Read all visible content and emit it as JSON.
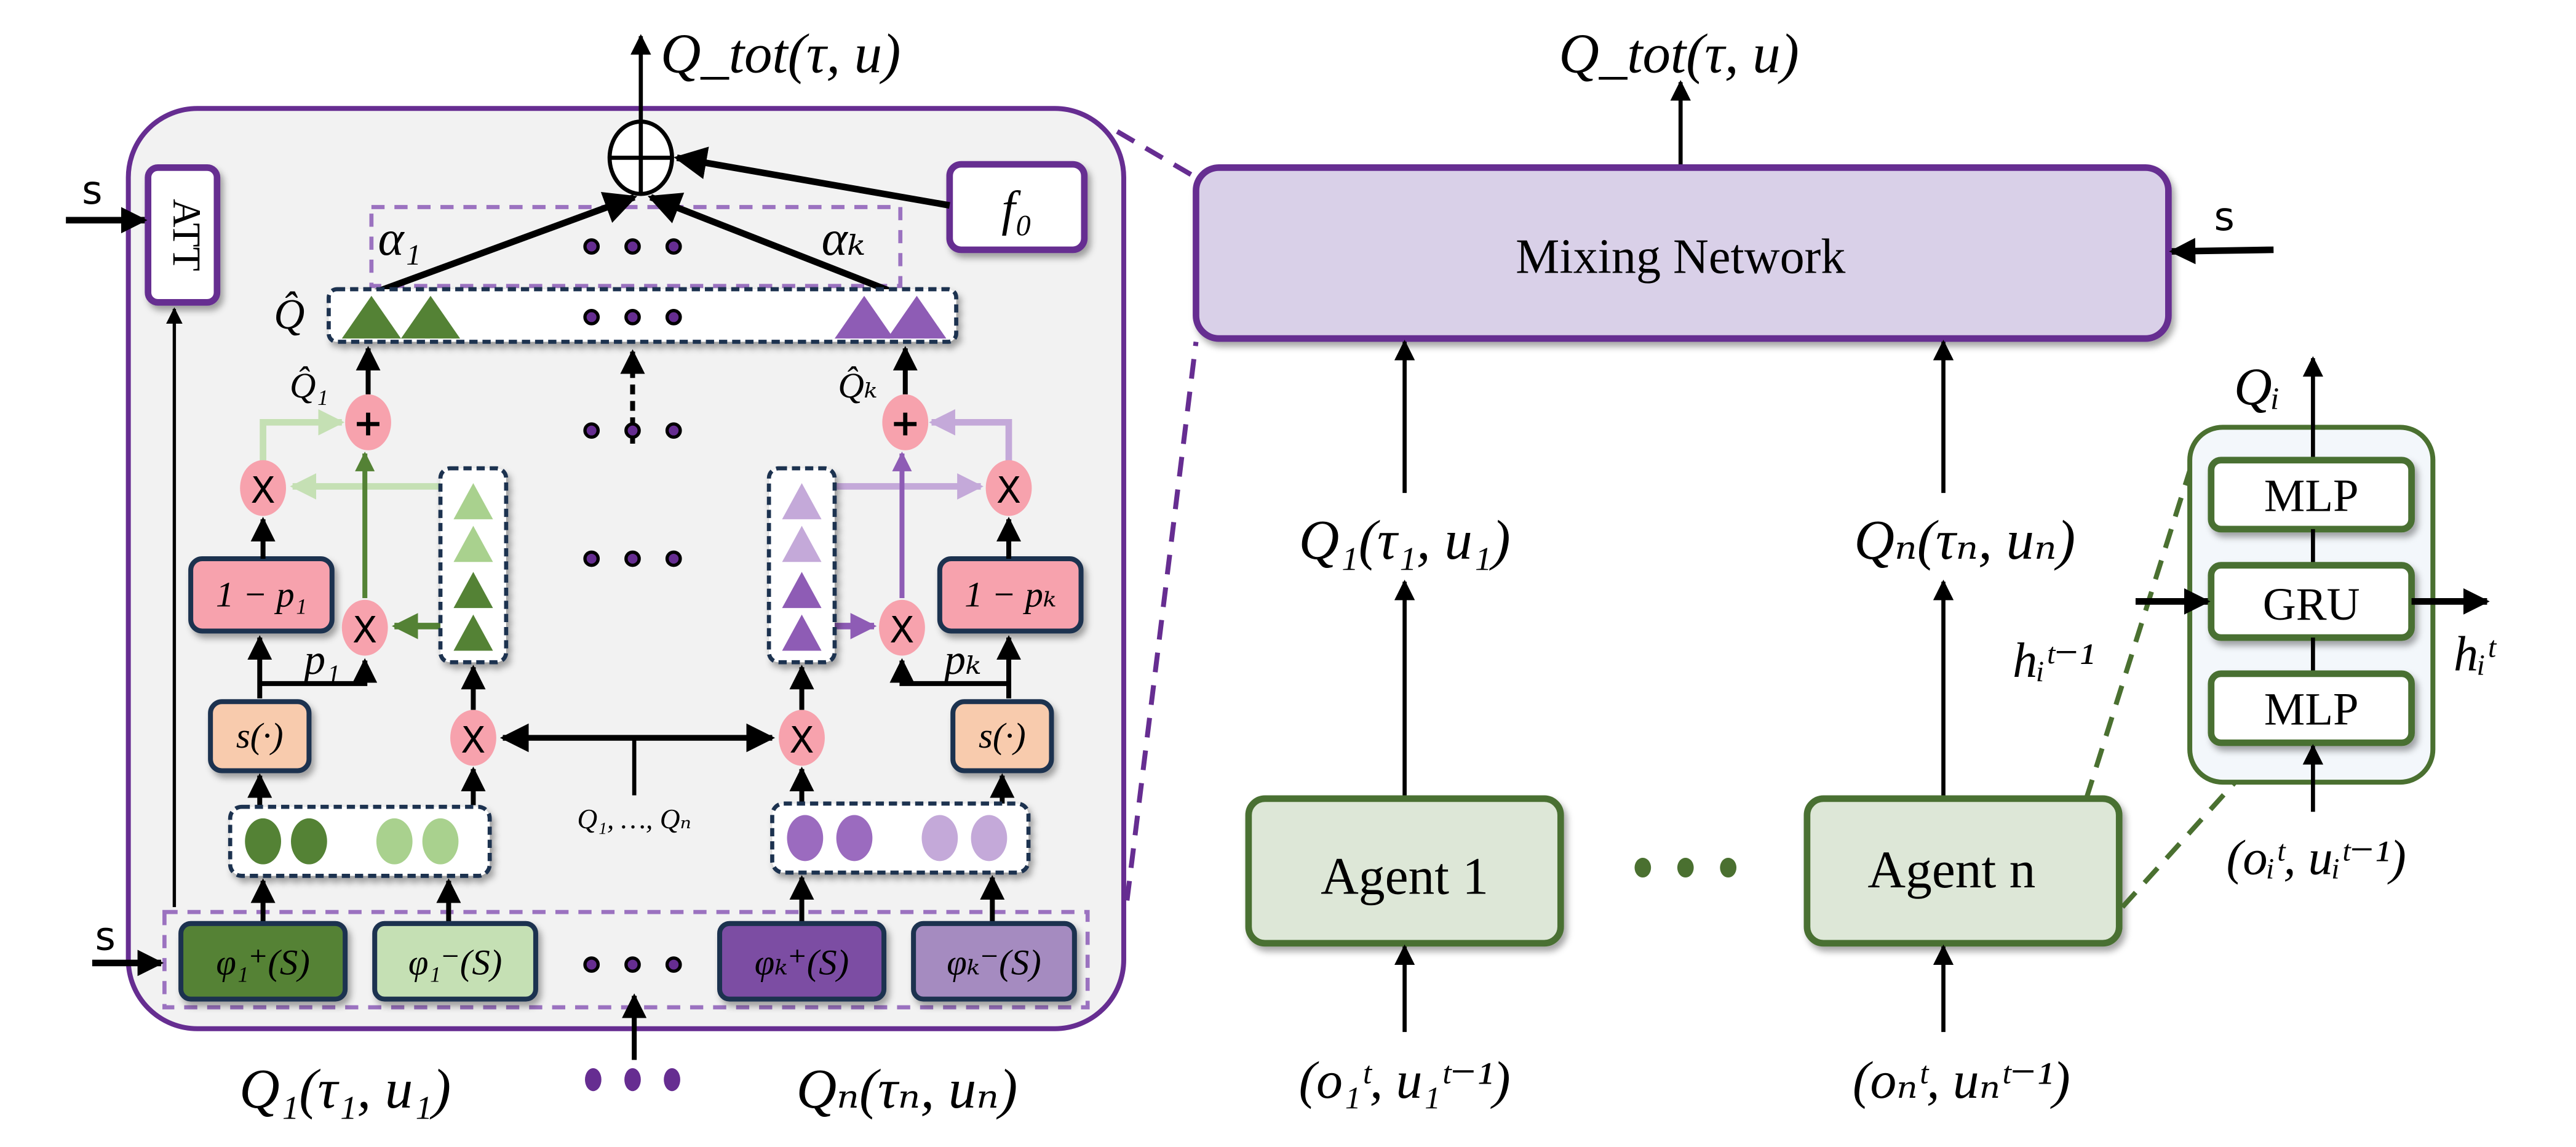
{
  "colors": {
    "panel_border": "#662d91",
    "panel_fill": "#f2f2f2",
    "mixing_fill": "#d9d0e8",
    "agent_fill": "#dde7d7",
    "agent_border": "#4a7030",
    "dark_green": "#548235",
    "light_green": "#a9d18e",
    "dark_purple": "#8e5cb5",
    "light_purple": "#c4a9d9",
    "pink": "#f7a2ad",
    "peach": "#f8cbad",
    "navy": "#1f3150",
    "dashed_purple": "#9b72c0",
    "agent_dashed_green": "#4a7030",
    "gru_panel_fill": "#f3f7fb"
  },
  "left_panel": {
    "output_label": "Q_tot(τ, u)",
    "sum_symbol": "⊕",
    "att_label": "ATT",
    "state_label_top": "s",
    "state_label_bottom": "s",
    "f0_label": "f₀",
    "alpha_first": "α₁",
    "alpha_last": "αₖ",
    "qhat_label": "Q̂",
    "qhat1_label": "Q̂₁",
    "qhatk_label": "Q̂ₖ",
    "plus_symbol": "+",
    "times_symbol": "X",
    "one_minus_p1": "1 − p₁",
    "one_minus_pk": "1 − pₖ",
    "p1_label": "p₁",
    "pk_label": "pₖ",
    "s_fn_left": "s(·)",
    "s_fn_right": "s(·)",
    "q_list_label": "Q₁, …, Qₙ",
    "phi_boxes": [
      {
        "label": "φ₁⁺(S)",
        "tone": "dark_green"
      },
      {
        "label": "φ₁⁻(S)",
        "tone": "light_green"
      },
      {
        "label": "φₖ⁺(S)",
        "tone": "dark_purple"
      },
      {
        "label": "φₖ⁻(S)",
        "tone": "light_purple"
      }
    ],
    "bottom_left_label": "Q₁(τ₁, u₁)",
    "bottom_right_label": "Qₙ(τₙ, uₙ)"
  },
  "right_panel": {
    "output_label": "Q_tot(τ, u)",
    "mixing_network_label": "Mixing Network",
    "state_label": "s",
    "q1_label": "Q₁(τ₁, u₁)",
    "qn_label": "Qₙ(τₙ, uₙ)",
    "agent1_label": "Agent 1",
    "agentn_label": "Agent n",
    "obs1_label": "(o₁ᵗ, u₁ᵗ⁻¹)",
    "obsn_label": "(oₙᵗ, uₙᵗ⁻¹)"
  },
  "agent_detail": {
    "output_label": "Qᵢ",
    "mlp_top": "MLP",
    "gru": "GRU",
    "mlp_bottom": "MLP",
    "hidden_in": "hᵢᵗ⁻¹",
    "hidden_out": "hᵢᵗ",
    "input_label": "(oᵢᵗ, uᵢᵗ⁻¹)"
  }
}
